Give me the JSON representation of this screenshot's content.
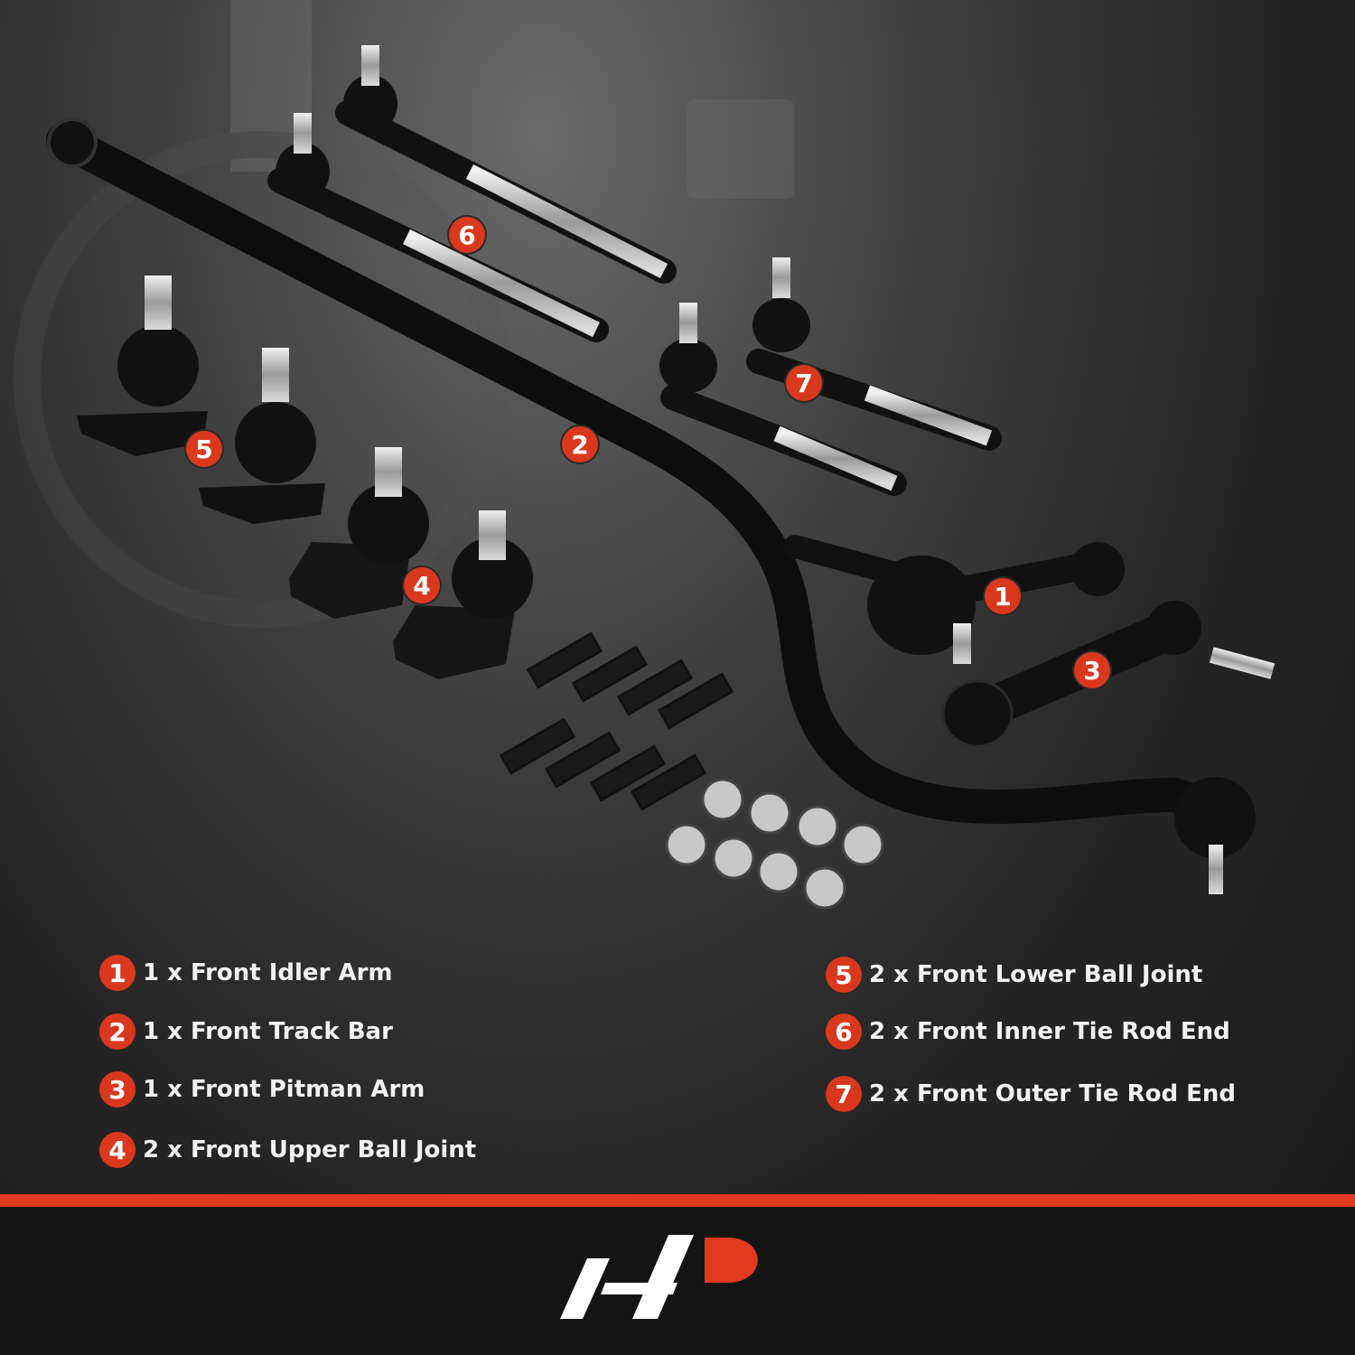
{
  "callouts": [
    {
      "number": "1",
      "label": "1 x Front Idler Arm"
    },
    {
      "number": "2",
      "label": "1 x Front Track Bar"
    },
    {
      "number": "3",
      "label": "1 x Front Pitman Arm"
    },
    {
      "number": "4",
      "label": "2 x Front Upper Ball Joint"
    },
    {
      "number": "5",
      "label": "2 x Front Lower Ball Joint"
    },
    {
      "number": "6",
      "label": "2 x Front Inner Tie Rod End"
    },
    {
      "number": "7",
      "label": "2 x Front Outer Tie Rod End"
    }
  ],
  "colors": {
    "accent": "#d9381e",
    "text": "#f2f2f2",
    "background": "#1c1c1c"
  },
  "logo": {
    "icon": "a-premium-logo-icon"
  }
}
